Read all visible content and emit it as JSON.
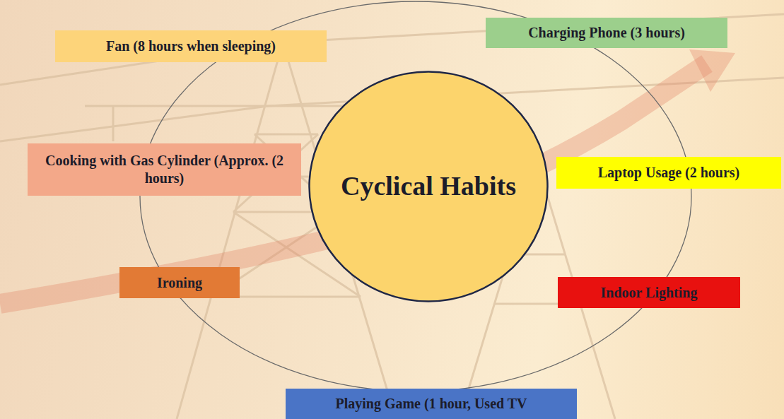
{
  "diagram": {
    "nodes": [
      {
        "text": [
          "Fan (8 hours when sleeping)"
        ]
      },
      {
        "text": [
          "Charging Phone (3 hours)"
        ]
      },
      {
        "text": [
          "Cooking with Gas Cylinder (Approx. (2 hours)"
        ]
      },
      {
        "text": [
          "Cyclical Habits"
        ]
      },
      {
        "text": [
          "Laptop Usage (2 hours)"
        ]
      },
      {
        "text": [
          "Ironing"
        ]
      },
      {
        "text": [
          "Indoor Lighting"
        ]
      },
      {
        "text": [
          "Playing Game (1 hour, Used TV"
        ]
      }
    ]
  }
}
